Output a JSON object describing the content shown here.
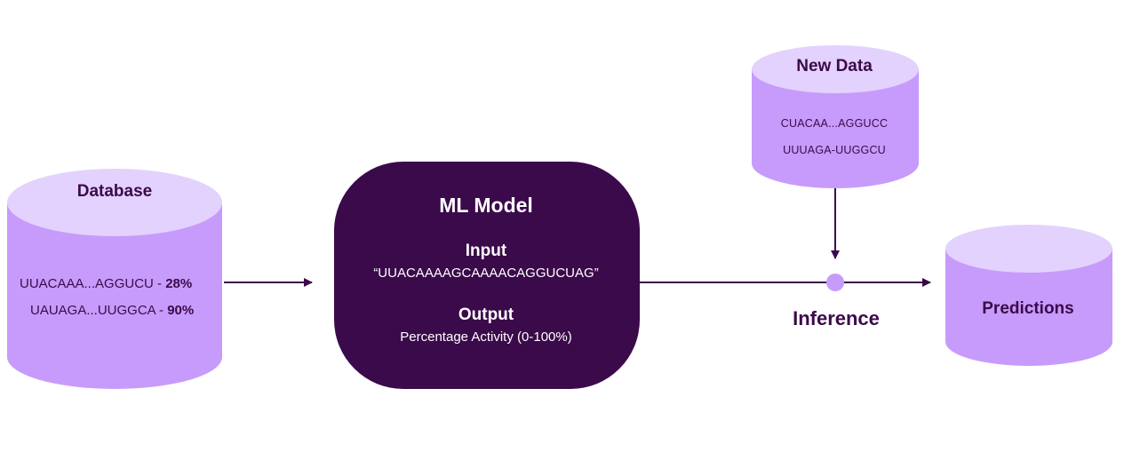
{
  "colors": {
    "dark_purple": "#3b0a4a",
    "cylinder_body": "#c79bfb",
    "cylinder_top": "#e3d2fd",
    "white": "#ffffff"
  },
  "database": {
    "title": "Database",
    "rows": [
      {
        "sequence": "UUACAAA...AGGUCU - ",
        "activity": "28%"
      },
      {
        "sequence": "UAUAGA...UUGGCA - ",
        "activity": "90%"
      }
    ]
  },
  "model": {
    "title": "ML Model",
    "input_label": "Input",
    "input_value": "“UUACAAAAGCAAAACAGGUCUAG”",
    "output_label": "Output",
    "output_value": "Percentage Activity (0-100%)"
  },
  "new_data": {
    "title": "New Data",
    "rows": [
      "CUACAA...AGGUCC",
      "UUUAGA-UUGGCU"
    ]
  },
  "inference": {
    "label": "Inference"
  },
  "predictions": {
    "title": "Predictions"
  }
}
